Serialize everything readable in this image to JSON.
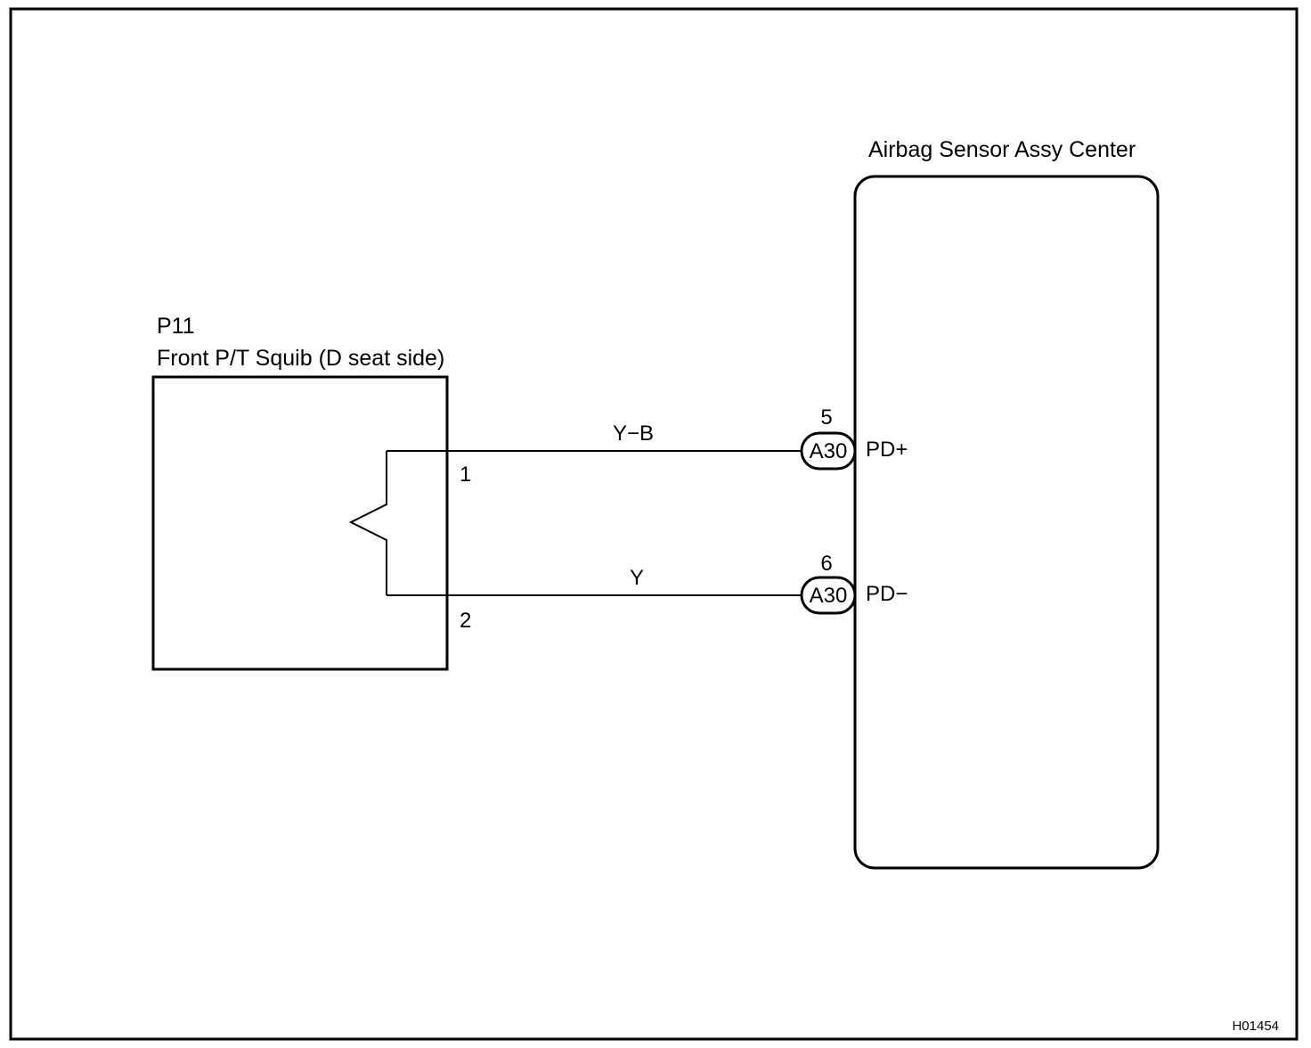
{
  "figure_id": "H01454",
  "components": {
    "squib": {
      "code": "P11",
      "name": "Front P/T Squib (D seat side)",
      "pins": [
        "1",
        "2"
      ]
    },
    "sensor": {
      "name": "Airbag Sensor Assy Center"
    }
  },
  "wires": [
    {
      "color": "Y−B",
      "connector": "A30",
      "pin": "5",
      "terminal": "PD+"
    },
    {
      "color": "Y",
      "connector": "A30",
      "pin": "6",
      "terminal": "PD−"
    }
  ],
  "colors": {
    "line": "#000000",
    "background": "#ffffff"
  }
}
